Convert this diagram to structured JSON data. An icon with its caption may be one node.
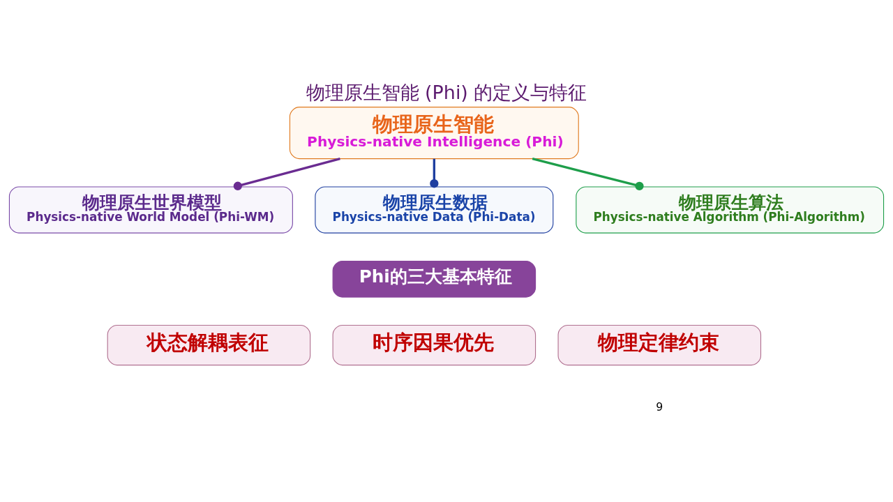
{
  "diagram": {
    "title": "物理原生智能 (Phi) 的定义与特征",
    "nodes": [
      {
        "text": [
          "物理原生智能",
          "Physics-native Intelligence (Phi)"
        ]
      },
      {
        "text": [
          "物理原生世界模型",
          "Physics-native World Model (Phi-WM)"
        ]
      },
      {
        "text": [
          "物理原生数据",
          "Physics-native Data (Phi-Data)"
        ]
      },
      {
        "text": [
          "物理原生算法",
          "Physics-native Algorithm (Phi-Algorithm)"
        ]
      },
      {
        "text": [
          "Phi的三大基本特征"
        ]
      },
      {
        "text": [
          "状态解耦表征"
        ]
      },
      {
        "text": [
          "时序因果优先"
        ]
      },
      {
        "text": [
          "物理定律约束"
        ]
      }
    ],
    "edges": [
      {
        "from": 0,
        "to": 1,
        "arrow": "other",
        "color": "#6a2c91"
      },
      {
        "from": 0,
        "to": 2,
        "arrow": "other",
        "color": "#1f3fa0"
      },
      {
        "from": 0,
        "to": 3,
        "arrow": "other",
        "color": "#1e9e4a"
      }
    ],
    "labels": [
      "9"
    ]
  }
}
